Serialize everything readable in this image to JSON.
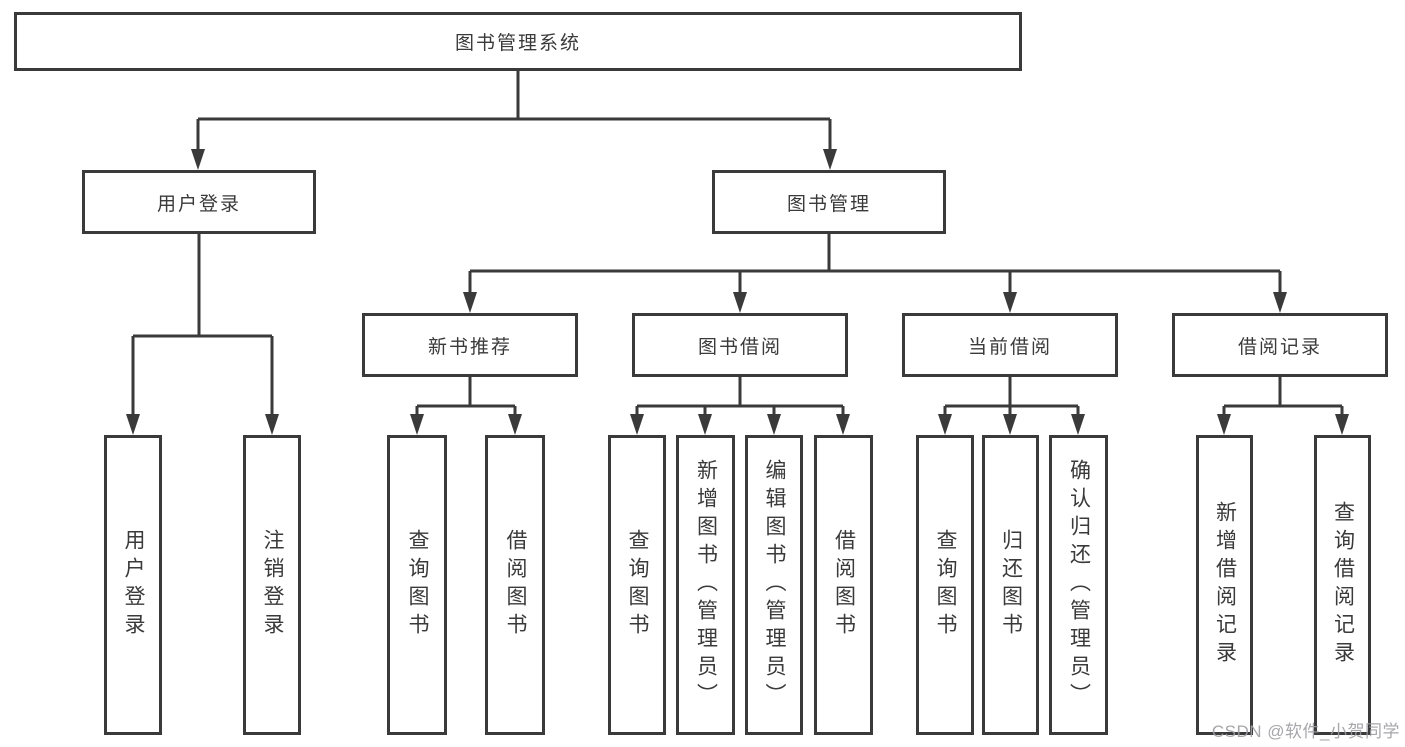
{
  "tree": {
    "label": "图书管理系统",
    "children": [
      {
        "label": "用户登录",
        "children": [
          {
            "label": "用户登录"
          },
          {
            "label": "注销登录"
          }
        ]
      },
      {
        "label": "图书管理",
        "children": [
          {
            "label": "新书推荐",
            "children": [
              {
                "label": "查询图书"
              },
              {
                "label": "借阅图书"
              }
            ]
          },
          {
            "label": "图书借阅",
            "children": [
              {
                "label": "查询图书"
              },
              {
                "label": "新增图书（管理员）"
              },
              {
                "label": "编辑图书（管理员）"
              },
              {
                "label": "借阅图书"
              }
            ]
          },
          {
            "label": "当前借阅",
            "children": [
              {
                "label": "查询图书"
              },
              {
                "label": "归还图书"
              },
              {
                "label": "确认归还（管理员）"
              }
            ]
          },
          {
            "label": "借阅记录",
            "children": [
              {
                "label": "新增借阅记录"
              },
              {
                "label": "查询借阅记录"
              }
            ]
          }
        ]
      }
    ]
  },
  "watermark": {
    "text": "CSDN @软件_小贺同学"
  },
  "colors": {
    "line": "#3a3a3a",
    "border": "#3a3a3a",
    "text": "#3a3a3a",
    "background": "#ffffff",
    "watermark": "#9d9da2"
  }
}
